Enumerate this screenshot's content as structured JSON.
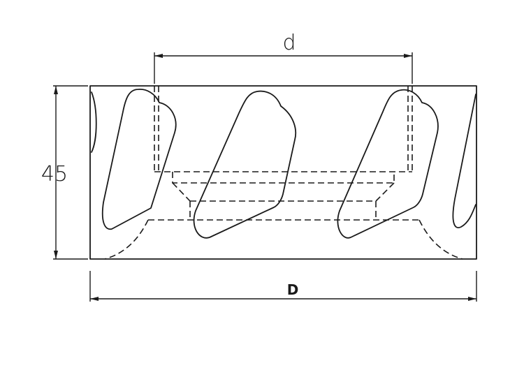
{
  "drawing": {
    "labels": {
      "bore_diameter": "d",
      "outer_diameter": "D",
      "height": "45"
    },
    "stroke_color": "#1a1a1a",
    "background": "#ffffff"
  }
}
